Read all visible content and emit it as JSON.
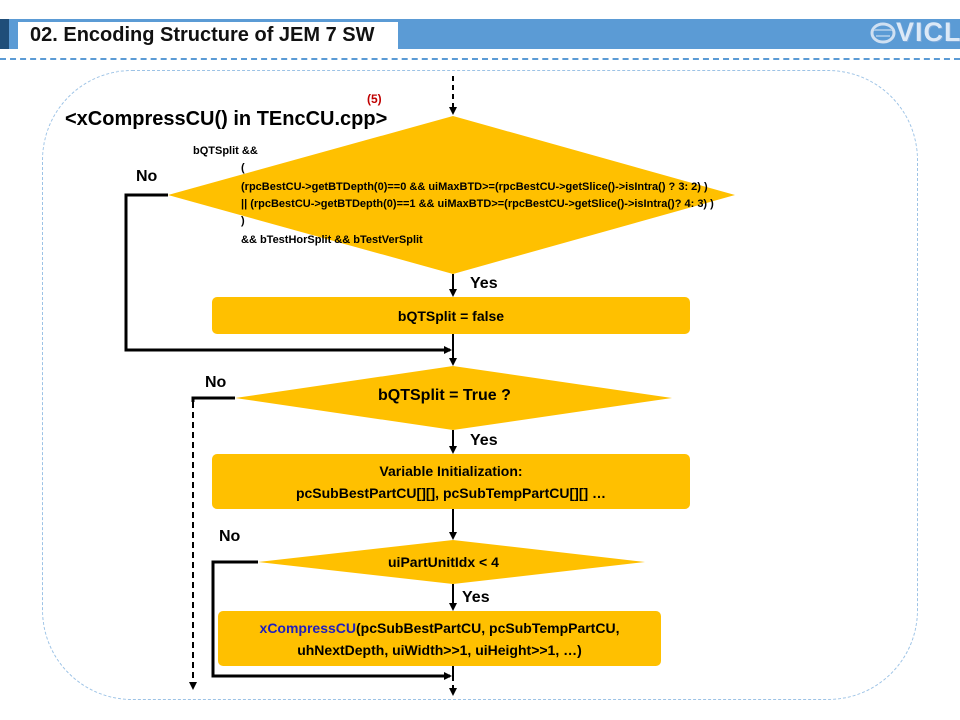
{
  "header": {
    "title": "02. Encoding Structure of JEM 7 SW",
    "logo": "VICL"
  },
  "function_title": "<xCompressCU() in TEncCU.cpp>",
  "step_marker": "(5)",
  "decision1": {
    "lines": [
      "bQTSplit &&",
      "(",
      "(rpcBestCU->getBTDepth(0)==0 && uiMaxBTD>=(rpcBestCU->getSlice()->isIntra() ? 3: 2) )",
      "|| (rpcBestCU->getBTDepth(0)==1 && uiMaxBTD>=(rpcBestCU->getSlice()->isIntra()? 4: 3) )",
      ")",
      "&& bTestHorSplit && bTestVerSplit"
    ],
    "no_label": "No",
    "yes_label": "Yes"
  },
  "box1": {
    "text": "bQTSplit = false"
  },
  "decision2": {
    "text": "bQTSplit = True ?",
    "no_label": "No",
    "yes_label": "Yes"
  },
  "box2": {
    "line1": "Variable Initialization:",
    "line2": "pcSubBestPartCU[][], pcSubTempPartCU[][] …"
  },
  "decision3": {
    "text": "uiPartUnitIdx < 4",
    "no_label": "No",
    "yes_label": "Yes"
  },
  "box3": {
    "func": "xCompressCU",
    "line1_rest": "(pcSubBestPartCU, pcSubTempPartCU,",
    "line2": "uhNextDepth, uiWidth>>1, uiHeight>>1, …)"
  },
  "colors": {
    "accent": "#5b9bd5",
    "fill": "#ffc000",
    "step_marker": "#c00000",
    "function_name": "#1f1fbf"
  }
}
